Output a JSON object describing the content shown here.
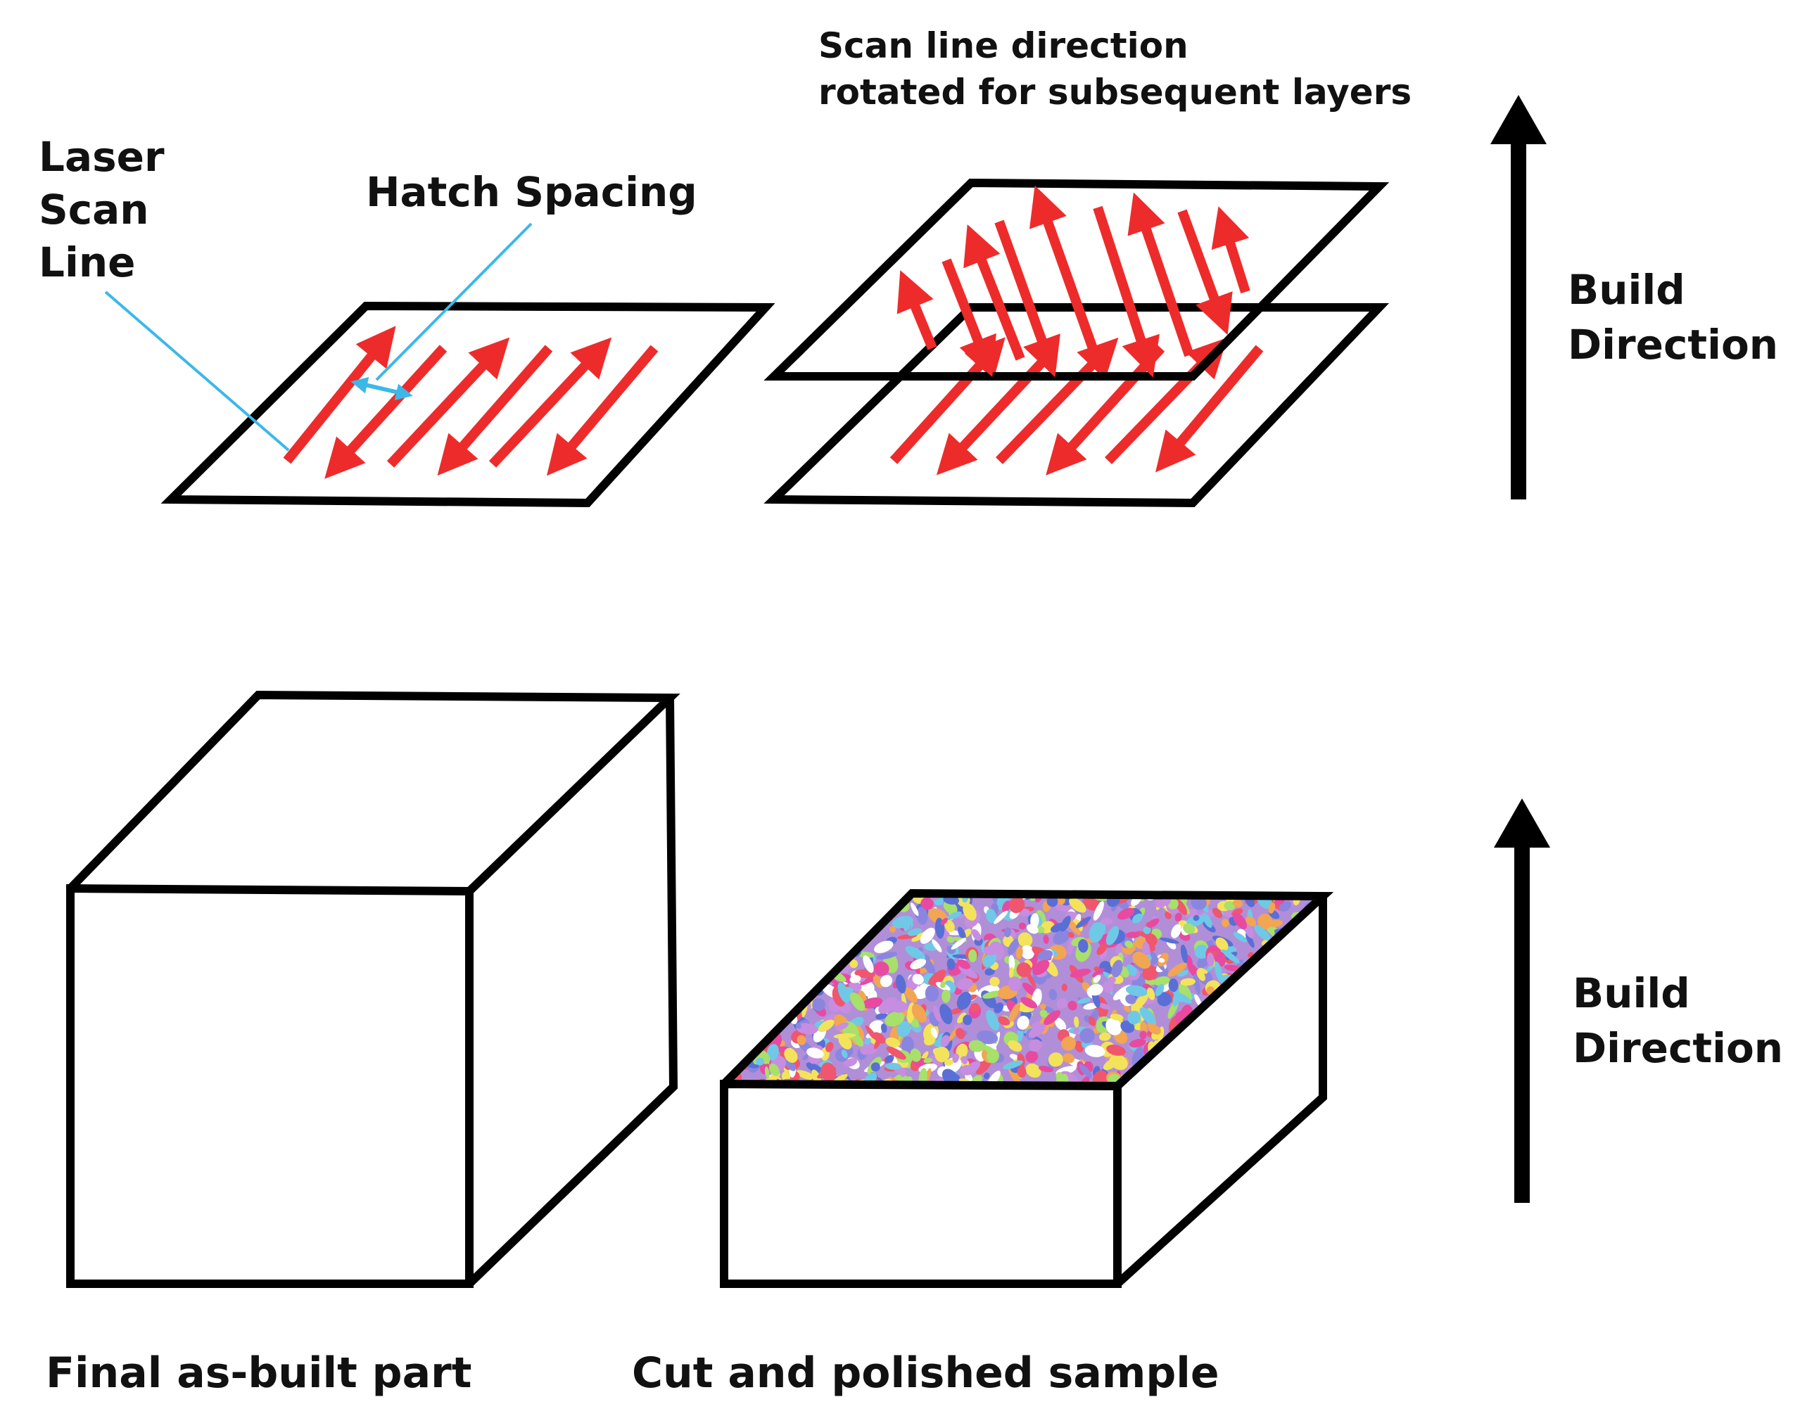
{
  "labels": {
    "laser_scan_line": [
      "Laser",
      "Scan",
      "Line"
    ],
    "hatch_spacing": "Hatch Spacing",
    "scan_rotation": [
      "Scan line direction",
      "rotated for subsequent layers"
    ],
    "build_direction_top": [
      "Build",
      "Direction"
    ],
    "build_direction_bottom": [
      "Build",
      "Direction"
    ],
    "final_part": "Final as-built part",
    "polished_sample": "Cut and polished sample"
  },
  "colors": {
    "outline": "#000000",
    "scan_arrow": "#ee2b2b",
    "leader_line": "#3bb8e8",
    "grain_palette": [
      "#e84aa0",
      "#f0566e",
      "#8a86e0",
      "#6fc9e6",
      "#a7e06a",
      "#f2a552",
      "#c78de0",
      "#5a6fd6",
      "#ffffff",
      "#f3e35a"
    ]
  },
  "icons": {
    "scan_arrow": "double-headed-arrow-icon",
    "build_arrow": "up-arrow-icon"
  }
}
